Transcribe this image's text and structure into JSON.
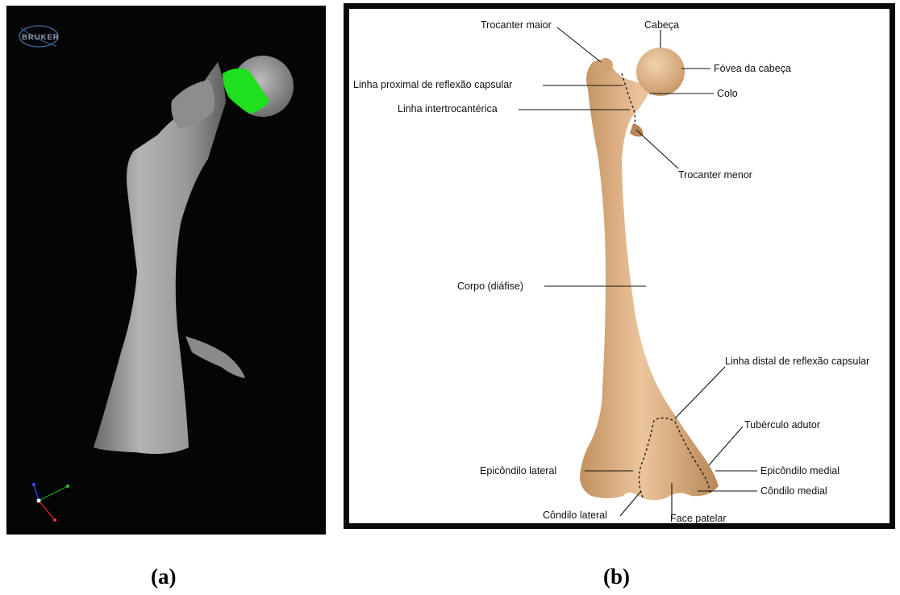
{
  "panel_a": {
    "logo_text": "BRUKER",
    "colors": {
      "background": "#050505",
      "bone": "#a8a8a8",
      "highlight": "#1fe01f"
    }
  },
  "panel_b": {
    "labels": {
      "trocanter_maior": "Trocanter maior",
      "cabeca": "Cabeça",
      "fovea": "Fóvea da cabeça",
      "linha_proximal": "Linha proximal de reflexão capsular",
      "colo": "Colo",
      "linha_intertrocanterica": "Linha intertrocantérica",
      "trocanter_menor": "Trocanter menor",
      "corpo": "Corpo (diáfise)",
      "linha_distal": "Linha distal de reflexão capsular",
      "tuberculo_adutor": "Tubérculo adutor",
      "epicondilo_lateral": "Epicôndilo lateral",
      "epicondilo_medial": "Epicôndilo medial",
      "condilo_medial": "Côndilo medial",
      "condilo_lateral": "Côndilo lateral",
      "face_patelar": "Face patelar"
    },
    "colors": {
      "bone": "#e3b98f",
      "bone_shadow": "#b98a5c",
      "frame": "#0a0a0a"
    }
  },
  "captions": {
    "a": "(a)",
    "b": "(b)"
  }
}
